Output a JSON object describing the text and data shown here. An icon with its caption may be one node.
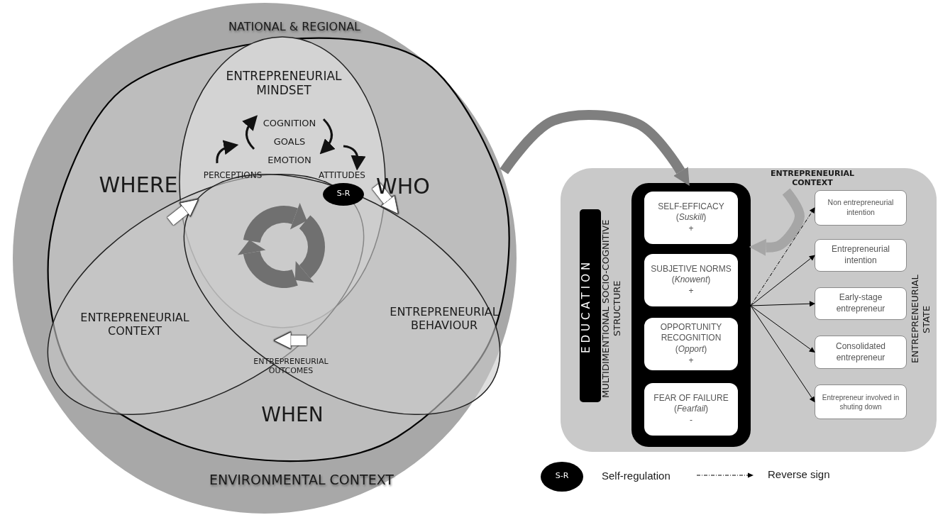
{
  "diagram": {
    "nodes": [
      {
        "text": [
          "NATIONAL & REGIONAL",
          "ENVIRONMENTAL CONTEXT"
        ]
      },
      {
        "text": [
          "ENTREPRENEURIAL MINDSET",
          "COGNITION",
          "GOALS",
          "EMOTION"
        ],
        "in": 0
      },
      {
        "text": [
          "ENTREPRENEURIAL CONTEXT"
        ],
        "in": 0
      },
      {
        "text": [
          "ENTREPRENEURIAL BEHAVIOUR"
        ],
        "in": 0
      },
      {
        "text": [
          "S-R"
        ]
      },
      {
        "text": [
          "MULTIDIMENTIONAL SOCIO-COGNITIVE STRUCTURE",
          "ENTREPRENEURIAL STATE"
        ]
      },
      {
        "text": [
          "ENTREPRENEURIAL CONTEXT"
        ],
        "in": 5
      },
      {
        "text": [
          "EDUCATION"
        ],
        "in": 5
      },
      {
        "text": [],
        "shape": "box",
        "in": 5
      },
      {
        "text": [
          "SELF-EFFICACY",
          "(*Suskill*)",
          "+"
        ],
        "in": 8
      },
      {
        "text": [
          "SUBJETIVE NORMS",
          "(*Knowent*)",
          "+"
        ],
        "in": 8
      },
      {
        "text": [
          "OPPORTUNITY RECOGNITION",
          "(*Opport*)",
          "+"
        ],
        "in": 8
      },
      {
        "text": [
          "FEAR OF FAILURE",
          "(*Fearfail*)",
          "-"
        ],
        "in": 8
      },
      {
        "text": [
          "Non entrepreneurial intention"
        ],
        "in": 5
      },
      {
        "text": [
          "Entrepreneurial intention"
        ],
        "in": 5
      },
      {
        "text": [
          "Early-stage entrepreneur"
        ],
        "in": 5
      },
      {
        "text": [
          "Consolidated entrepreneur"
        ],
        "in": 5
      },
      {
        "text": [
          "Entrepreneur involved in shuting down"
        ],
        "in": 5
      }
    ],
    "edges": [
      {
        "from": 2,
        "to": 1,
        "arrow": "to",
        "style": "thick",
        "color": "#ffffff"
      },
      {
        "from": 1,
        "to": 3,
        "arrow": "to",
        "style": "thick",
        "color": "#ffffff"
      },
      {
        "from": 3,
        "to": 2,
        "arrow": "to",
        "style": "thick",
        "color": "#ffffff"
      },
      {
        "from": 0,
        "to": 8,
        "arrow": "to",
        "style": "thick",
        "color": "#7f7f7f"
      },
      {
        "from": 6,
        "to": 8,
        "arrow": "to",
        "style": "thick",
        "color": "#a6a6a6"
      },
      {
        "from": 8,
        "to": 13,
        "arrow": "to",
        "style": "dashed"
      },
      {
        "from": 8,
        "to": 14,
        "arrow": "to"
      },
      {
        "from": 8,
        "to": 15,
        "arrow": "to"
      },
      {
        "from": 8,
        "to": 16,
        "arrow": "to"
      },
      {
        "from": 8,
        "to": 17,
        "arrow": "to"
      }
    ],
    "labels": [
      "WHERE",
      "PERCEPTIONS",
      "ATTITUDES",
      "WHO",
      "ENTREPRENEURIAL OUTCOMES",
      "WHEN",
      "S-R"
    ],
    "legend": [
      {
        "text": "Self-regulation"
      },
      {
        "text": "Reverse sign"
      }
    ]
  }
}
